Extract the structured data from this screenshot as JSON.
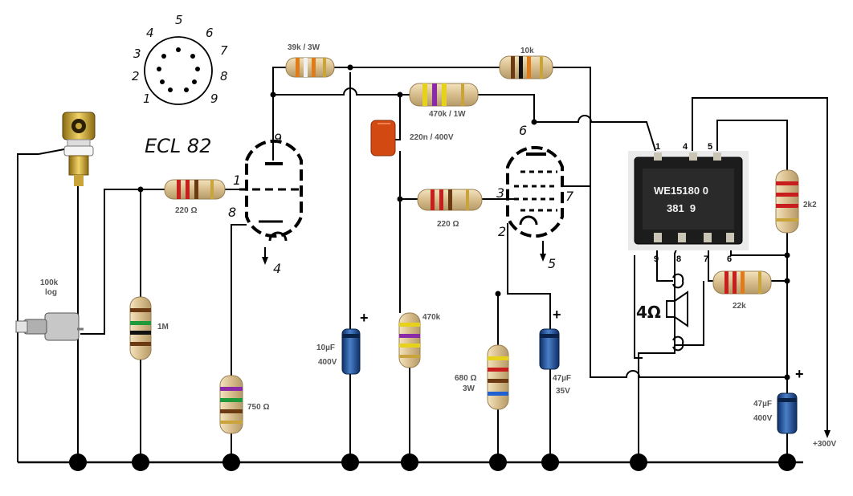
{
  "tube": {
    "name": "ECL 82",
    "socket_pins": [
      "1",
      "2",
      "3",
      "4",
      "5",
      "6",
      "7",
      "8",
      "9"
    ],
    "triode_pins": {
      "grid": "1",
      "plate": "9",
      "cathode": "8",
      "heater": "4"
    },
    "pentode_pins": {
      "anode": "6",
      "g1": "3",
      "g2": "7",
      "cathode": "2",
      "heater": "5"
    }
  },
  "transformer": {
    "label_line1": "WE15180 0",
    "label_line2": "381  9",
    "pins_top": [
      "1",
      "4",
      "5"
    ],
    "pins_bottom": [
      "9",
      "8",
      "7",
      "6"
    ]
  },
  "components": {
    "r_39k": "39k / 3W",
    "r_10k": "10k",
    "r_470k_1w": "470k / 1W",
    "c_220n": "220n / 400V",
    "r_220_a": "220 Ω",
    "r_220_b": "220 Ω",
    "pot_value": "100k",
    "pot_taper": "log",
    "r_1m": "1M",
    "r_750": "750 Ω",
    "c_10u_value": "10µF",
    "c_10u_volt": "400V",
    "r_470k": "470k",
    "r_680_value": "680 Ω",
    "r_680_power": "3W",
    "c_47u_a_value": "47µF",
    "c_47u_a_volt": "35V",
    "r_22k": "22k",
    "r_2k2": "2k2",
    "c_47u_b_value": "47µF",
    "c_47u_b_volt": "400V",
    "speaker": "4Ω",
    "supply": "+300V",
    "plus": "+",
    "heater_tri": "4",
    "heater_pen": "5"
  }
}
